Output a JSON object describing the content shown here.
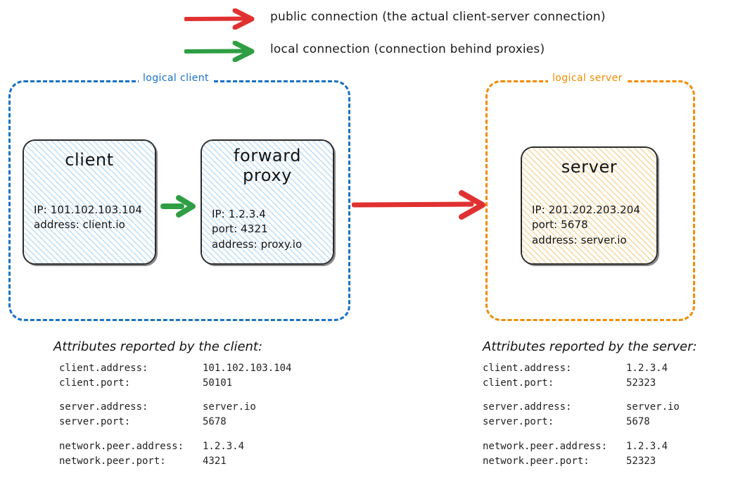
{
  "legend": {
    "items": [
      {
        "icon": "red-arrow-icon",
        "color": "#e03131",
        "label": "public connection (the actual client-server connection)"
      },
      {
        "icon": "green-arrow-icon",
        "color": "#2f9e44",
        "label": "local connection (connection behind proxies)"
      }
    ]
  },
  "groups": {
    "client": {
      "label": "logical client",
      "color": "#1971c2"
    },
    "server": {
      "label": "logical server",
      "color": "#f08c00"
    }
  },
  "nodes": {
    "client": {
      "title": "client",
      "lines": [
        "IP: 101.102.103.104",
        "address: client.io"
      ]
    },
    "proxy": {
      "title_line1": "forward",
      "title_line2": "proxy",
      "lines": [
        "IP: 1.2.3.4",
        "port: 4321",
        "address: proxy.io"
      ]
    },
    "server": {
      "title": "server",
      "lines": [
        "IP: 201.202.203.204",
        "port: 5678",
        "address: server.io"
      ]
    }
  },
  "connections": {
    "local": {
      "name": "local connection",
      "color": "#2f9e44"
    },
    "public": {
      "name": "public connection",
      "color": "#e03131"
    }
  },
  "attributes_client": {
    "heading": "Attributes reported by the client:",
    "rows": [
      {
        "key": "client.address:",
        "value": "101.102.103.104"
      },
      {
        "key": "client.port:",
        "value": "50101"
      },
      {
        "key": "server.address:",
        "value": "server.io"
      },
      {
        "key": "server.port:",
        "value": "5678"
      },
      {
        "key": "network.peer.address:",
        "value": "1.2.3.4"
      },
      {
        "key": "network.peer.port:",
        "value": "4321"
      }
    ]
  },
  "attributes_server": {
    "heading": "Attributes reported by the server:",
    "rows": [
      {
        "key": "client.address:",
        "value": "1.2.3.4"
      },
      {
        "key": "client.port:",
        "value": "52323"
      },
      {
        "key": "server.address:",
        "value": "server.io"
      },
      {
        "key": "server.port:",
        "value": "5678"
      },
      {
        "key": "network.peer.address:",
        "value": "1.2.3.4"
      },
      {
        "key": "network.peer.port:",
        "value": "52323"
      }
    ]
  }
}
